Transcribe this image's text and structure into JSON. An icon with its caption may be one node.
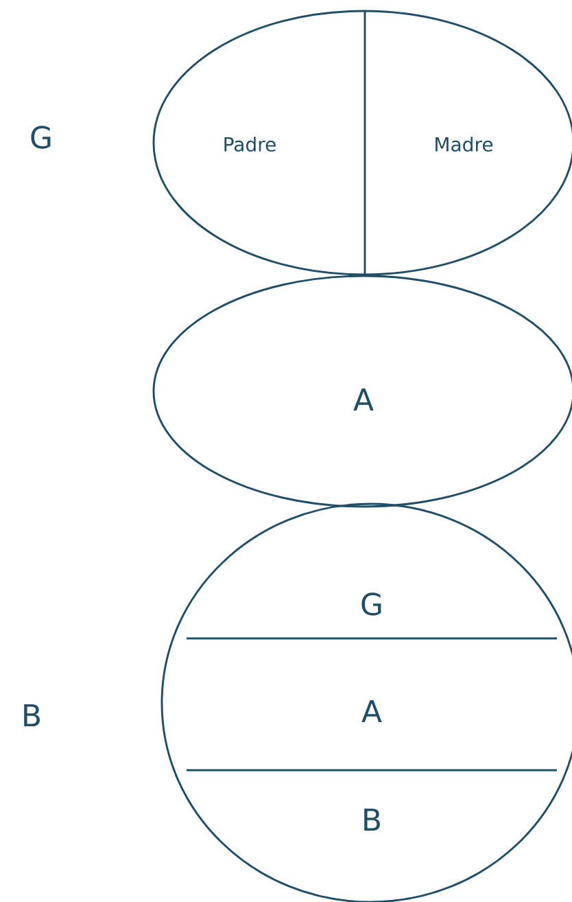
{
  "diagram": {
    "nodes": [
      {
        "text": [
          "Padre",
          "Madre"
        ]
      },
      {
        "text": [
          "A"
        ]
      },
      {
        "text": [
          "G",
          "A",
          "B"
        ]
      }
    ],
    "labels": [
      "G",
      "B"
    ]
  }
}
